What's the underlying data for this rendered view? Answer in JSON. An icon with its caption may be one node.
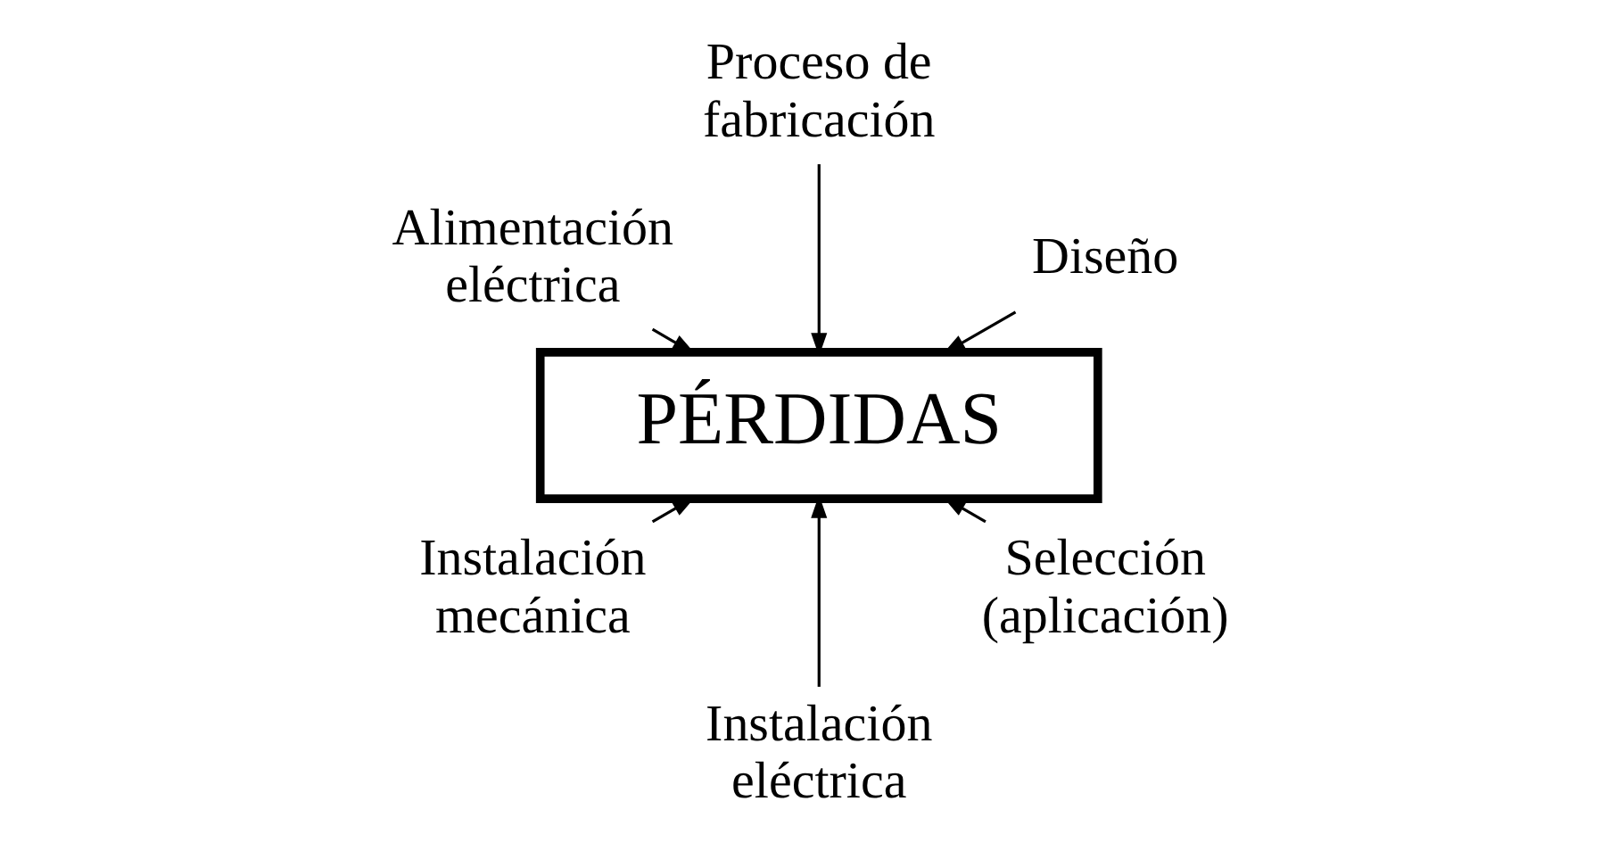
{
  "diagram": {
    "nodes": [
      {
        "text": [
          "PÉRDIDAS"
        ]
      },
      {
        "text": [
          "Diseño"
        ]
      },
      {
        "text": [
          "Proceso de fabricación"
        ]
      },
      {
        "text": [
          "Alimentación eléctrica"
        ]
      },
      {
        "text": [
          "Instalación mecánica"
        ]
      },
      {
        "text": [
          "Instalación eléctrica"
        ]
      },
      {
        "text": [
          "Selección (aplicación)"
        ]
      }
    ],
    "edges": [
      {
        "from": 1,
        "to": 0,
        "arrow": "to"
      },
      {
        "from": 2,
        "to": 0,
        "arrow": "to"
      },
      {
        "from": 3,
        "to": 0,
        "arrow": "to"
      },
      {
        "from": 4,
        "to": 0,
        "arrow": "to"
      },
      {
        "from": 5,
        "to": 0,
        "arrow": "to"
      },
      {
        "from": 6,
        "to": 0,
        "arrow": "to"
      }
    ]
  }
}
